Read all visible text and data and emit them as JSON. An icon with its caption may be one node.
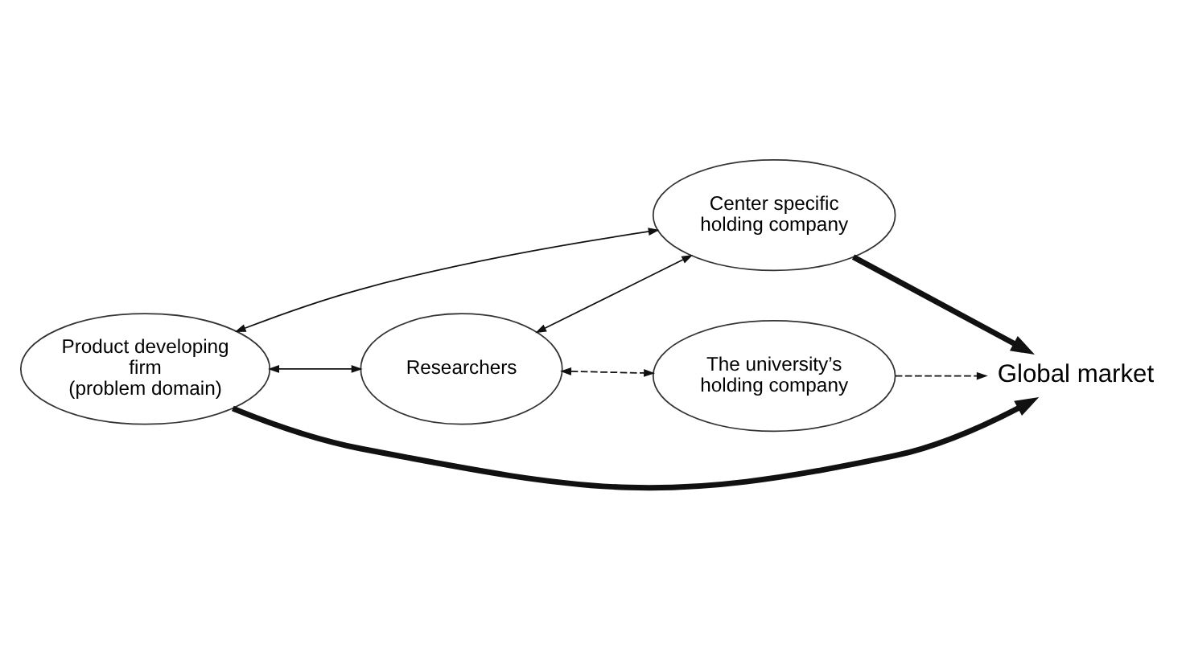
{
  "diagram": {
    "nodes": [
      {
        "text": [
          "Product developing firm",
          "(problem domain)"
        ]
      },
      {
        "text": [
          "Center specific holding company"
        ]
      },
      {
        "text": [
          "Researchers"
        ]
      },
      {
        "text": [
          "The university’s holding company"
        ]
      },
      {
        "text": [
          "Global market"
        ]
      }
    ],
    "edges": [
      {
        "from": 0,
        "to": 1,
        "arrow": "both"
      },
      {
        "from": 0,
        "to": 2,
        "arrow": "both"
      },
      {
        "from": 2,
        "to": 1,
        "arrow": "both"
      },
      {
        "from": 2,
        "to": 3,
        "arrow": "both",
        "style": "dashed"
      },
      {
        "from": 0,
        "to": 4,
        "arrow": "to",
        "style": "thick"
      },
      {
        "from": 1,
        "to": 4,
        "arrow": "to",
        "style": "thick"
      },
      {
        "from": 3,
        "to": 4,
        "arrow": "to",
        "style": "dashed"
      }
    ]
  }
}
